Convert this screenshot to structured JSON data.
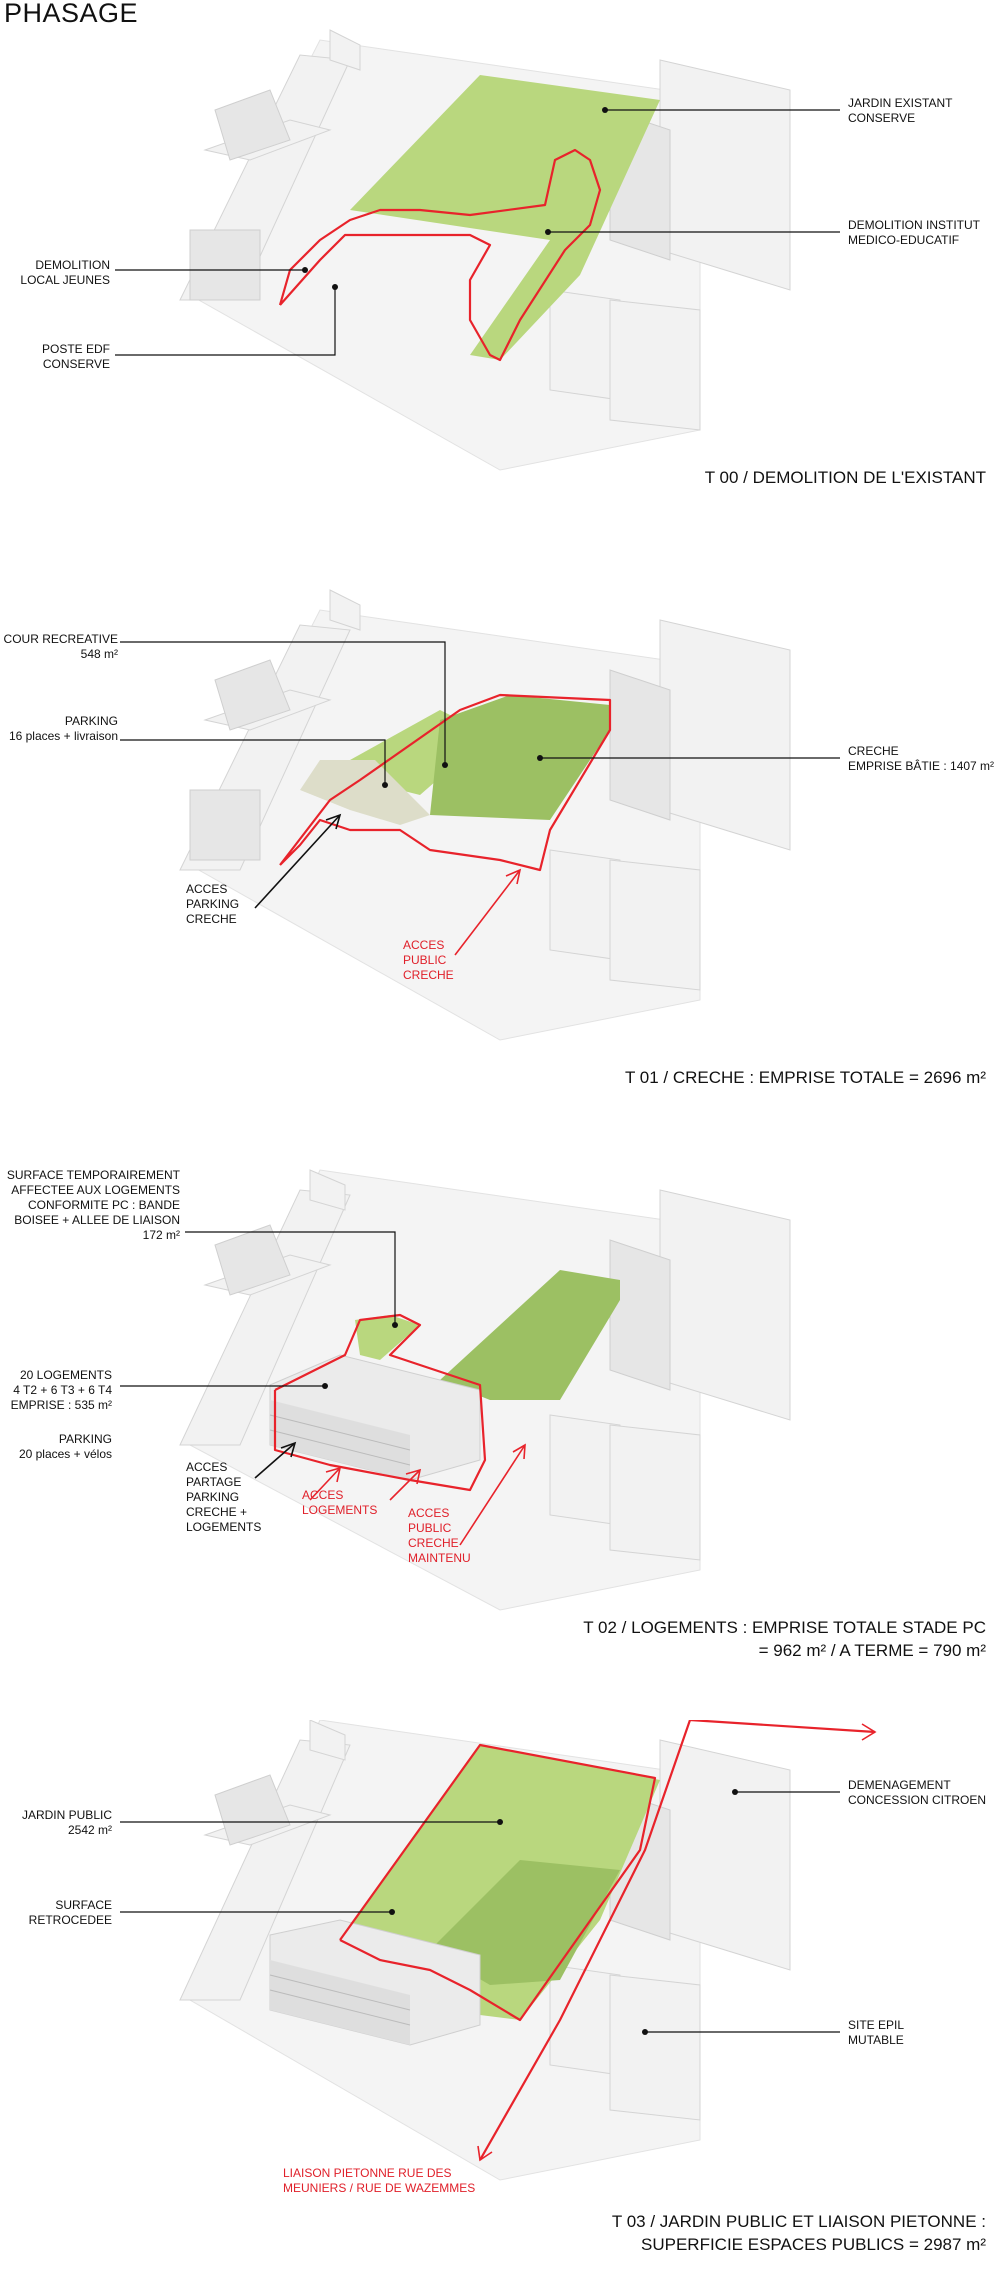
{
  "title": "PHASAGE",
  "panels": [
    {
      "caption": [
        "T 00 / DEMOLITION DE L'EXISTANT"
      ],
      "labels": {
        "jardin": [
          "JARDIN EXISTANT",
          "CONSERVE"
        ],
        "demolition_institut": [
          "DEMOLITION INSTITUT",
          "MEDICO-EDUCATIF"
        ],
        "demolition_local": [
          "DEMOLITION",
          "LOCAL JEUNES"
        ],
        "poste_edf": [
          "POSTE EDF",
          "CONSERVE"
        ]
      }
    },
    {
      "caption": [
        "T 01 / CRECHE : EMPRISE TOTALE = 2696 m²"
      ],
      "labels": {
        "cour": [
          "COUR RECREATIVE",
          "548 m²"
        ],
        "parking": [
          "PARKING",
          "16 places + livraison"
        ],
        "creche": [
          "CRECHE",
          "EMPRISE BÂTIE : 1407 m²"
        ],
        "acces_parking": [
          "ACCES",
          "PARKING",
          "CRECHE"
        ],
        "acces_public": [
          "ACCES",
          "PUBLIC",
          "CRECHE"
        ]
      }
    },
    {
      "caption": [
        "T 02 / LOGEMENTS : EMPRISE TOTALE STADE PC",
        "= 962 m² / A TERME = 790 m²"
      ],
      "labels": {
        "surface_temp": [
          "SURFACE TEMPORAIREMENT",
          "AFFECTEE AUX LOGEMENTS",
          "CONFORMITE PC : BANDE",
          "BOISEE + ALLEE DE LIAISON",
          "172 m²"
        ],
        "logements": [
          "20 LOGEMENTS",
          "4 T2 + 6 T3 + 6 T4",
          "EMPRISE : 535 m²"
        ],
        "parking": [
          "PARKING",
          "20 places + vélos"
        ],
        "acces_partage": [
          "ACCES",
          "PARTAGE",
          "PARKING",
          "CRECHE +",
          "LOGEMENTS"
        ],
        "acces_logements": [
          "ACCES",
          "LOGEMENTS"
        ],
        "acces_public": [
          "ACCES",
          "PUBLIC",
          "CRECHE",
          "MAINTENU"
        ]
      }
    },
    {
      "caption": [
        "T 03 / JARDIN PUBLIC ET LIAISON PIETONNE :",
        "SUPERFICIE ESPACES PUBLICS = 2987 m²"
      ],
      "labels": {
        "jardin_public": [
          "JARDIN PUBLIC",
          "2542 m²"
        ],
        "surface_retro": [
          "SURFACE",
          "RETROCEDEE"
        ],
        "demenagement": [
          "DEMENAGEMENT",
          "CONCESSION CITROEN"
        ],
        "site_epil": [
          "SITE EPIL",
          "MUTABLE"
        ],
        "liaison": [
          "LIAISON PIETONNE RUE DES",
          "MEUNIERS / RUE DE WAZEMMES"
        ]
      }
    }
  ]
}
